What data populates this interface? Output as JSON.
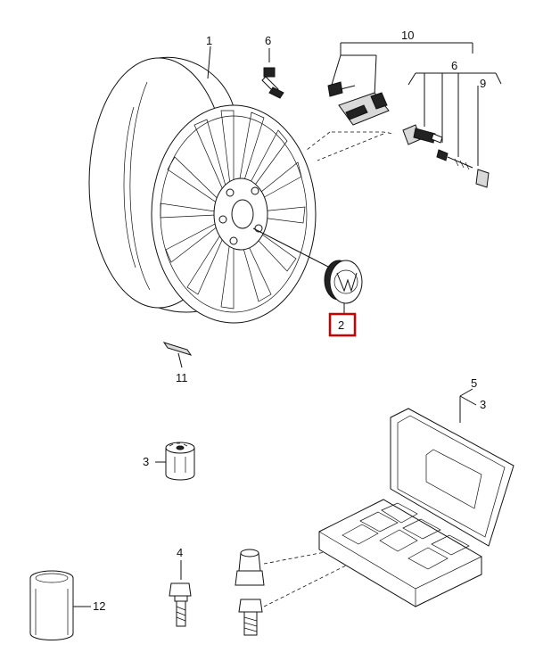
{
  "callouts": {
    "wheel": "1",
    "center_cap": "2",
    "spacer_sleeve": "3",
    "wheel_bolt": "4",
    "bolt_set": "5",
    "valve_6a": "6",
    "valve_6b": "6",
    "valve_cap": "9",
    "tpms_sensor": "10",
    "balance_weight": "11",
    "canister": "12",
    "case_set_3": "3"
  },
  "highlight_color": "#cc0000"
}
